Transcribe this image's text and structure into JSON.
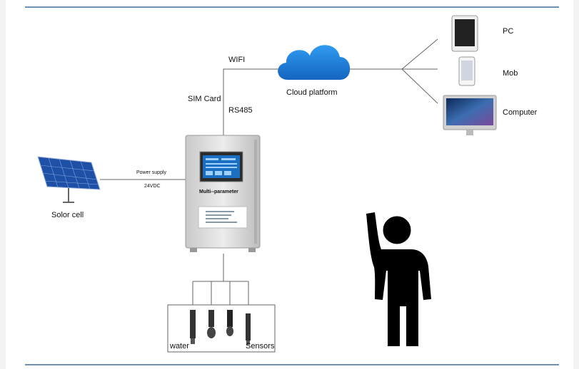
{
  "labels": {
    "wifi": "WIFI",
    "sim_card": "SIM Card",
    "rs485": "RS485",
    "cloud_platform": "Cloud platform",
    "power_supply": "Power supply",
    "voltage": "24VDC",
    "solar_cell": "Solor cell",
    "device_name": "Multi--parameter",
    "water": "water",
    "sensors": "Sensors",
    "pc": "PC",
    "mob": "Mob",
    "computer": "Computer"
  },
  "colors": {
    "rule": "#6f8fb3",
    "cloud": "#1e88e5",
    "line": "#666666",
    "person": "#000000",
    "device": "#d9d9d9",
    "screen": "#1a6fc2"
  },
  "icons": [
    "cloud-icon",
    "solar-panel-icon",
    "tablet-icon",
    "phone-icon",
    "monitor-icon",
    "person-waving-icon",
    "sensor-probe-icon"
  ]
}
